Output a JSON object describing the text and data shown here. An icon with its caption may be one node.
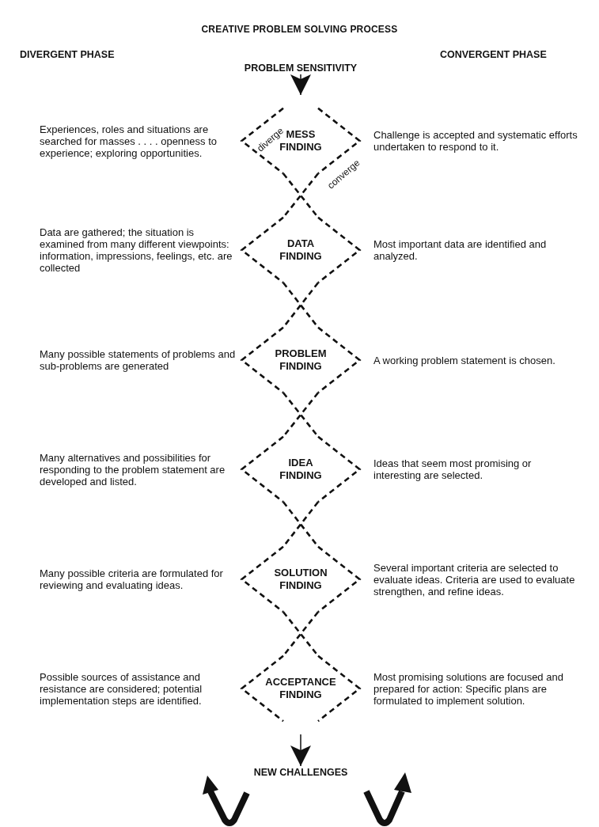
{
  "diagram": {
    "title": "CREATIVE PROBLEM SOLVING PROCESS",
    "nodes": [
      {
        "text": [
          "PROBLEM SENSITIVITY"
        ]
      },
      {
        "text": [
          "MESS FINDING"
        ],
        "beside": [
          "Experiences, roles and situations are searched for masses . . . . openness to experience; exploring opportunities.",
          "Challenge is accepted and systematic efforts undertaken to respond to it."
        ]
      },
      {
        "text": [
          "DATA FINDING"
        ],
        "beside": [
          "Data are gathered; the situation is examined from many different viewpoints: information, impressions, feelings, etc. are collected",
          "Most important data are identified and analyzed."
        ]
      },
      {
        "text": [
          "PROBLEM FINDING"
        ],
        "beside": [
          "Many possible statements of problems and sub-problems are generated",
          "A working problem statement is chosen."
        ]
      },
      {
        "text": [
          "IDEA FINDING"
        ],
        "beside": [
          "Many alternatives and possibilities for responding to the problem statement are developed and listed.",
          "Ideas that seem most promising or interesting are selected."
        ]
      },
      {
        "text": [
          "SOLUTION FINDING"
        ],
        "beside": [
          "Many possible criteria are formulated for reviewing and evaluating ideas.",
          "Several important criteria are selected to evaluate ideas. Criteria are used to evaluate strengthen, and refine ideas."
        ]
      },
      {
        "text": [
          "ACCEPTANCE FINDING"
        ],
        "beside": [
          "Possible sources of assistance and resistance are considered; potential implementation steps are identified.",
          "Most promising solutions are focused and prepared for action: Specific plans are formulated to implement solution."
        ]
      },
      {
        "text": [
          "NEW CHALLENGES"
        ]
      }
    ],
    "edges": [
      {
        "from": 0,
        "to": 1,
        "arrow": "to"
      },
      {
        "from": 1,
        "to": 2,
        "arrow": "none",
        "style": "dashed"
      },
      {
        "from": 2,
        "to": 3,
        "arrow": "none",
        "style": "dashed"
      },
      {
        "from": 3,
        "to": 4,
        "arrow": "none",
        "style": "dashed"
      },
      {
        "from": 4,
        "to": 5,
        "arrow": "none",
        "style": "dashed"
      },
      {
        "from": 5,
        "to": 6,
        "arrow": "none",
        "style": "dashed"
      },
      {
        "from": 6,
        "to": 7,
        "arrow": "to"
      }
    ],
    "labels": [
      "DIVERGENT PHASE",
      "CONVERGENT PHASE",
      "diverge",
      "converge"
    ]
  }
}
